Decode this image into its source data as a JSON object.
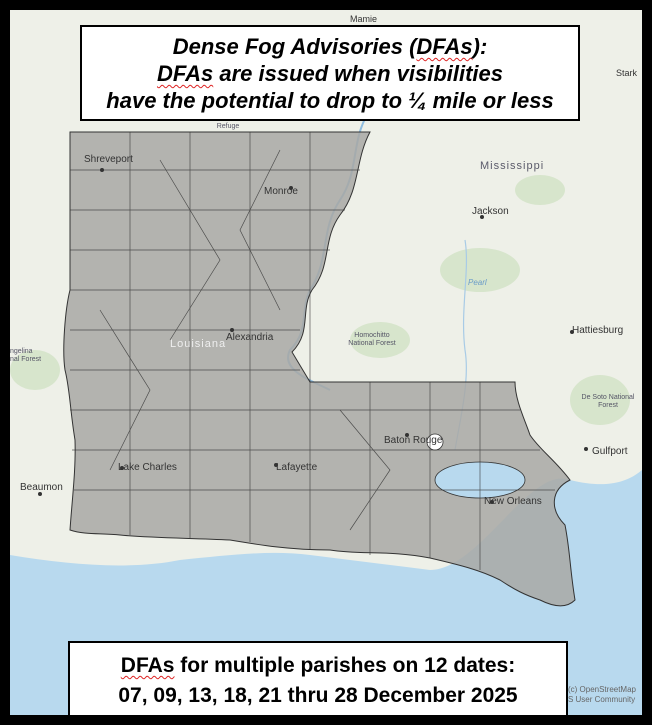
{
  "title": {
    "line1_pre": "Dense Fog Advisories (",
    "line1_acronym": "DFAs",
    "line1_post": "):",
    "line2_acronym": "DFAs",
    "line2_post": " are issued when visibilities",
    "line3": "have the potential to drop to ¼ mile or less"
  },
  "dates_box": {
    "line1_acronym": "DFAs",
    "line1_post": " for multiple parishes on 12 dates:",
    "line2": "07, 09, 13, 18, 21 thru 28 December 2025"
  },
  "places": {
    "mamie": "Mamie",
    "stark": "Stark",
    "national_wildlife_refuge": "National Wildlife Refuge",
    "mississippi": "Mississippi",
    "shreveport": "Shreveport",
    "monroe": "Monroe",
    "jackson": "Jackson",
    "pearl": "Pearl",
    "louisiana": "Louisiana",
    "alexandria": "Alexandria",
    "homochitto": "Homochitto National Forest",
    "hattiesburg": "Hattiesburg",
    "angelina": "ngelina\nnal Forest",
    "de_soto": "De Soto National Forest",
    "baton_rouge": "Baton Rouge",
    "gulfport": "Gulfport",
    "lake_charles": "Lake Charles",
    "lafayette": "Lafayette",
    "beaumont": "Beaumon",
    "new_orleans": "New Orleans"
  },
  "attribution": {
    "line1": "(c) OpenStreetMap",
    "line2": "S User Community"
  },
  "colors": {
    "advisory_fill": "#a8a8a4",
    "parish_border": "#333333",
    "water": "#b8d9ee",
    "land": "#eef0e8",
    "forest": "#cfe0c2",
    "frame": "#000000"
  }
}
